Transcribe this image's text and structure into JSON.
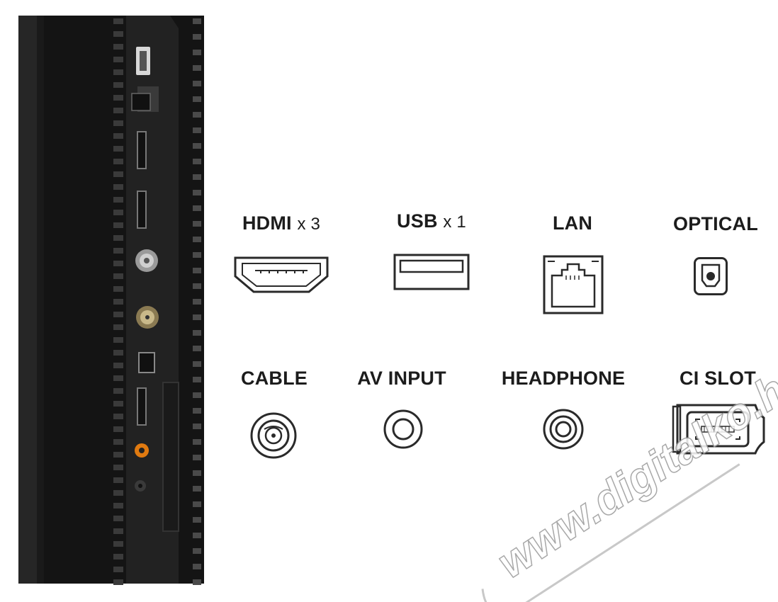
{
  "connectors": [
    {
      "id": "hdmi",
      "name": "HDMI",
      "suffix": "x 3",
      "icon": "hdmi-port-icon"
    },
    {
      "id": "usb",
      "name": "USB",
      "suffix": "x 1",
      "icon": "usb-port-icon"
    },
    {
      "id": "lan",
      "name": "LAN",
      "icon": "ethernet-port-icon"
    },
    {
      "id": "optical",
      "name": "OPTICAL",
      "icon": "optical-port-icon"
    },
    {
      "id": "cable",
      "name": "CABLE",
      "icon": "coax-port-icon"
    },
    {
      "id": "av",
      "name": "AV INPUT",
      "icon": "av-jack-icon"
    },
    {
      "id": "headphone",
      "name": "HEADPHONE",
      "icon": "headphone-jack-icon"
    },
    {
      "id": "ci",
      "name": "CI SLOT",
      "icon": "ci-card-icon"
    }
  ],
  "watermark": "www.digitalko.hu",
  "colors": {
    "panel": "#1f1f1f",
    "text": "#1c1c1c",
    "icon_stroke": "#2a2a2a",
    "audio_jack": "#e07a10"
  }
}
